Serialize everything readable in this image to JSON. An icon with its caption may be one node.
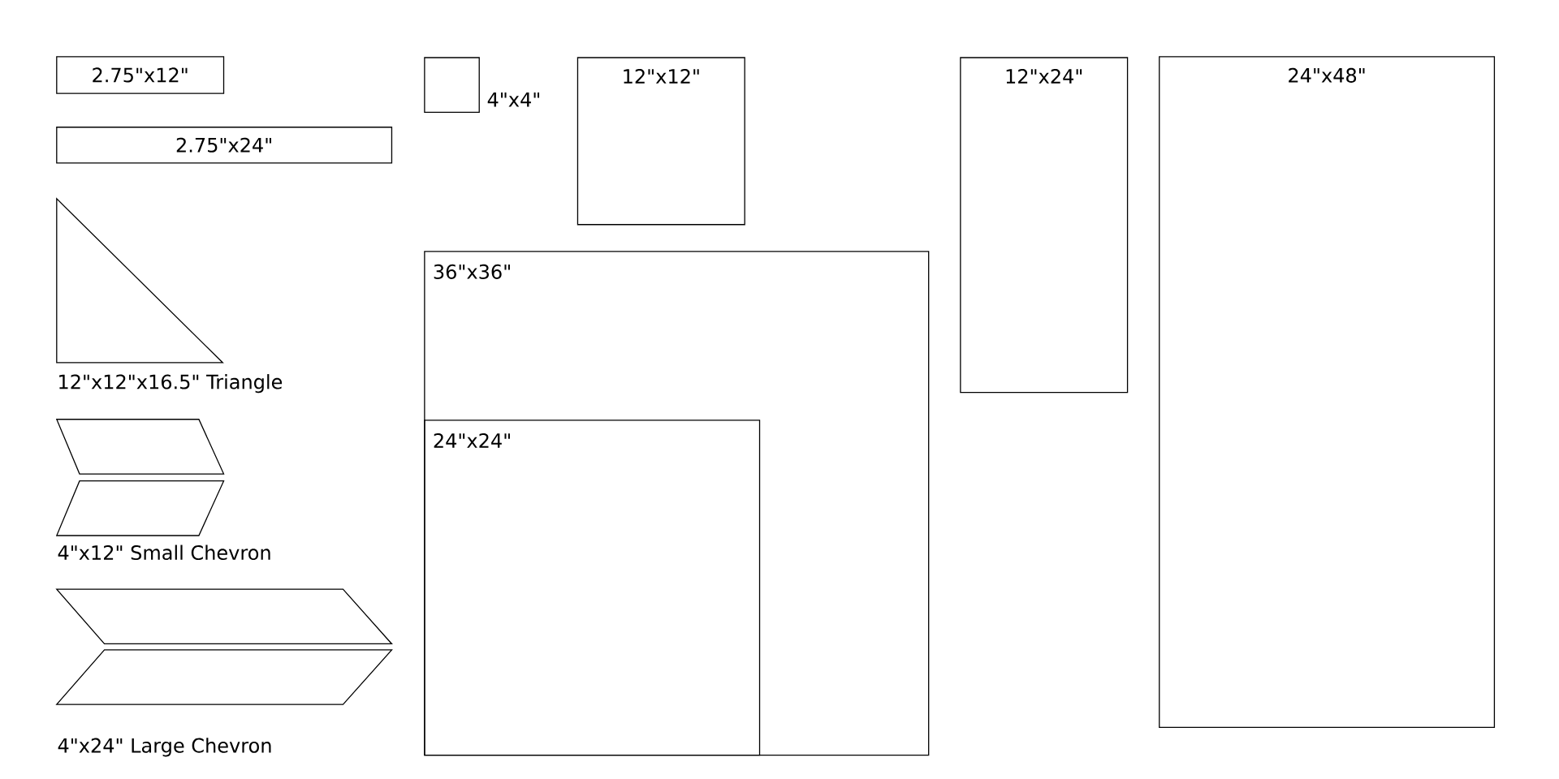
{
  "diagram": {
    "nodes": [
      {
        "text": [
          "2.75\"x12\""
        ]
      },
      {
        "text": [
          "2.75\"x24\""
        ]
      },
      {
        "text": [
          "12\"x12\"x16.5\" Triangle"
        ]
      },
      {
        "text": [
          "4\"x12\" Small Chevron"
        ]
      },
      {
        "text": [
          "4\"x24\" Large Chevron"
        ]
      },
      {
        "text": [
          "4\"x4\""
        ]
      },
      {
        "text": [
          "12\"x12\""
        ]
      },
      {
        "text": [
          "36\"x36\""
        ]
      },
      {
        "text": [
          "24\"x24\""
        ],
        "in": 7
      },
      {
        "text": [
          "12\"x24\""
        ]
      },
      {
        "text": [
          "24\"x48\""
        ]
      }
    ]
  }
}
